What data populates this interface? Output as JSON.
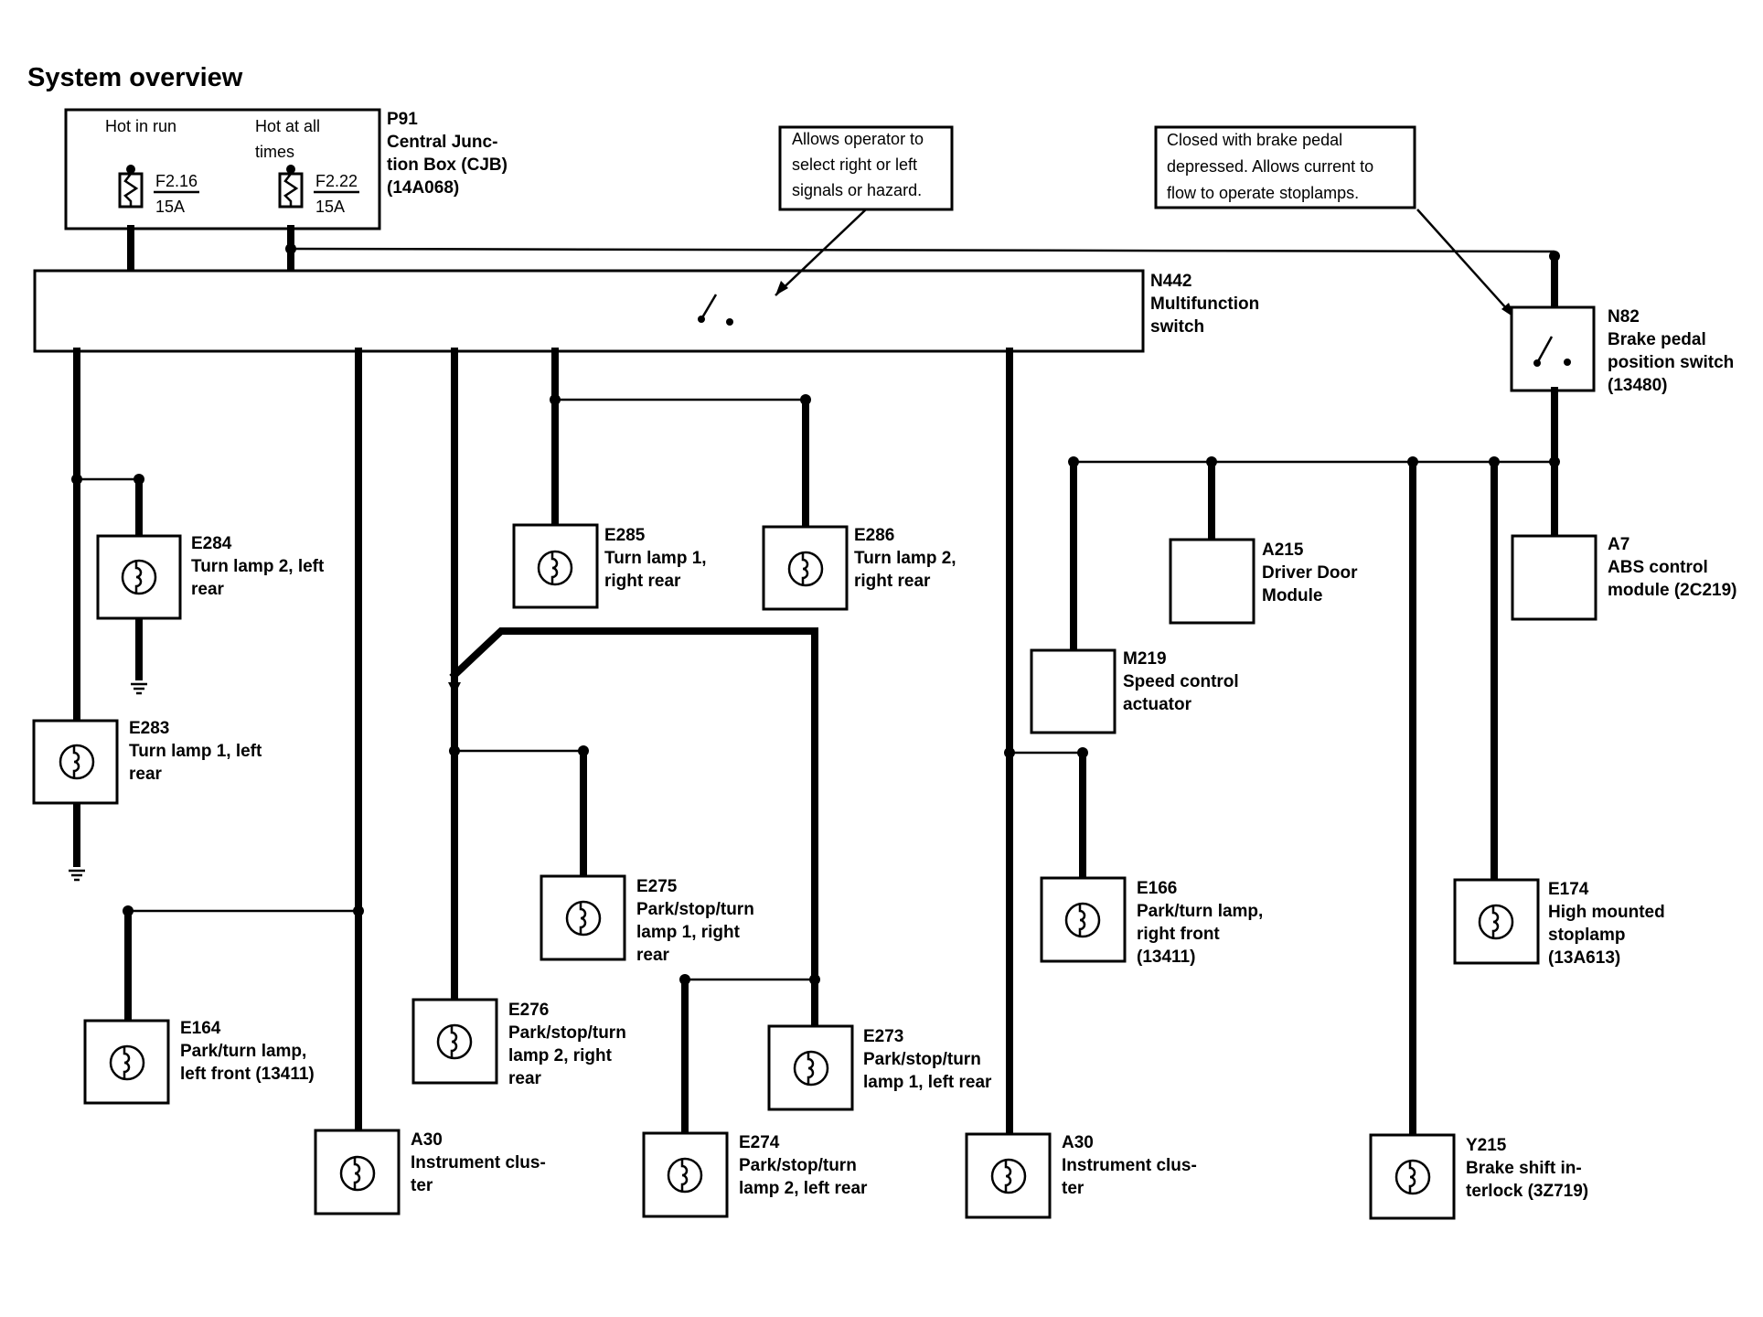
{
  "title": "System overview",
  "cjb": {
    "hot_in_run": "Hot in run",
    "hot_at_all": [
      "Hot at all",
      "times"
    ],
    "fuse1": {
      "id": "F2.16",
      "rating": "15A"
    },
    "fuse2": {
      "id": "F2.22",
      "rating": "15A"
    },
    "label": [
      "P91",
      "Central Junc-",
      "tion Box (CJB)",
      "(14A068)"
    ]
  },
  "multifunction": {
    "label": [
      "N442",
      "Multifunction",
      "switch"
    ]
  },
  "brake_switch": {
    "label": [
      "N82",
      "Brake pedal",
      "position switch",
      "(13480)"
    ]
  },
  "notes": {
    "operator": [
      "Allows operator to",
      "select right or left",
      "signals or hazard."
    ],
    "brake": [
      "Closed with brake pedal",
      "depressed.  Allows current to",
      "flow to operate stoplamps."
    ]
  },
  "components": {
    "e284": [
      "E284",
      "Turn lamp 2, left",
      "rear"
    ],
    "e283": [
      "E283",
      "Turn lamp 1, left",
      "rear"
    ],
    "e285": [
      "E285",
      "Turn lamp 1,",
      "right rear"
    ],
    "e286": [
      "E286",
      "Turn lamp 2,",
      "right rear"
    ],
    "e275": [
      "E275",
      "Park/stop/turn",
      "lamp 1, right",
      "rear"
    ],
    "e276": [
      "E276",
      "Park/stop/turn",
      "lamp 2, right",
      "rear"
    ],
    "e273": [
      "E273",
      "Park/stop/turn",
      "lamp 1, left rear"
    ],
    "e274": [
      "E274",
      "Park/stop/turn",
      "lamp 2, left rear"
    ],
    "e164": [
      "E164",
      "Park/turn lamp,",
      "left front (13411)"
    ],
    "a30_left": [
      "A30",
      "Instrument clus-",
      "ter"
    ],
    "a30_right": [
      "A30",
      "Instrument clus-",
      "ter"
    ],
    "e166": [
      "E166",
      "Park/turn lamp,",
      "right front",
      "(13411)"
    ],
    "m219": [
      "M219",
      "Speed control",
      "actuator"
    ],
    "a215": [
      "A215",
      "Driver Door",
      "Module"
    ],
    "a7": [
      "A7",
      "ABS control",
      "module (2C219)"
    ],
    "e174": [
      "E174",
      "High mounted",
      "stoplamp",
      "(13A613)"
    ],
    "y215": [
      "Y215",
      "Brake shift in-",
      "terlock (3Z719)"
    ]
  }
}
